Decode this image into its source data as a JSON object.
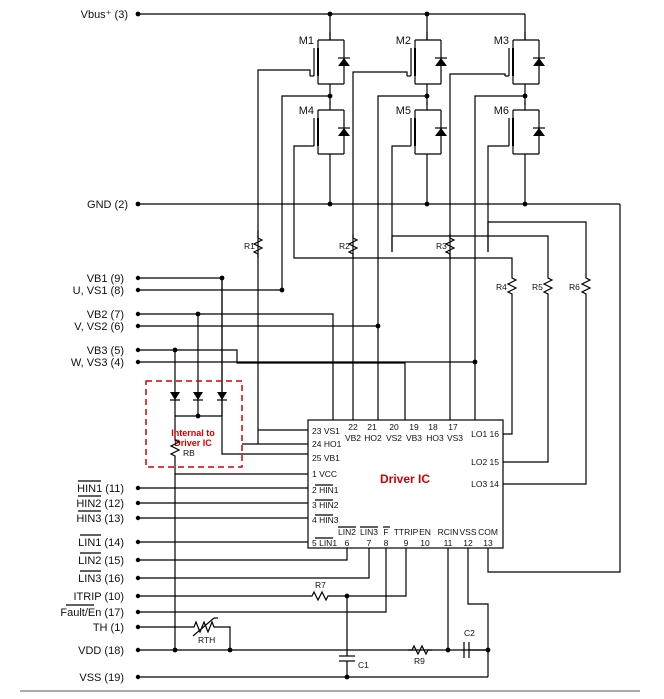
{
  "pins": {
    "vbus": "Vbus⁺ (3)",
    "gnd": "GND (2)",
    "vb1": "VB1 (9)",
    "vs1": "U, VS1 (8)",
    "vb2": "VB2 (7)",
    "vs2": "V, VS2 (6)",
    "vb3": "VB3 (5)",
    "vs3": "W, VS3 (4)",
    "hin1": "HIN1 (11)",
    "hin2": "HIN2 (12)",
    "hin3": "HIN3 (13)",
    "lin1": "LIN1 (14)",
    "lin2": "LIN2 (15)",
    "lin3": "LIN3 (16)",
    "itrip": "ITRIP (10)",
    "fault": "Fault/En (17)",
    "th": "TH (1)",
    "vdd": "VDD (18)",
    "vss": "VSS (19)"
  },
  "mosfets": [
    "M1",
    "M2",
    "M3",
    "M4",
    "M5",
    "M6"
  ],
  "resistors": {
    "r1": "R1",
    "r2": "R2",
    "r3": "R3",
    "r4": "R4",
    "r5": "R5",
    "r6": "R6",
    "r7": "R7",
    "r9": "R9",
    "rth": "RTH",
    "rb": "RB"
  },
  "capacitors": {
    "c1": "C1",
    "c2": "C2"
  },
  "driver": {
    "title": "Driver IC",
    "top_nums": [
      "22",
      "21",
      "20",
      "19",
      "18",
      "17"
    ],
    "top_names": [
      "VB2",
      "HO2",
      "VS2",
      "VB3",
      "HO3",
      "VS3"
    ],
    "left_pins": [
      "23 VS1",
      "24 HO1",
      "25 VB1",
      "1 VCC",
      "2 HIN1",
      "3 HIN2",
      "4 HIN3",
      "5 LIN1"
    ],
    "right_pins": [
      "LO1 16",
      "LO2 15",
      "LO3 14"
    ],
    "bottom_names": [
      "LIN2",
      "LIN3",
      "F",
      "TTRIP",
      "EN",
      "RCIN",
      "VSS",
      "COM"
    ],
    "bottom_nums": [
      "6",
      "7",
      "8",
      "9",
      "10",
      "11",
      "12",
      "13"
    ]
  },
  "internal": {
    "line1": "Internal to",
    "line2": "Driver IC"
  }
}
